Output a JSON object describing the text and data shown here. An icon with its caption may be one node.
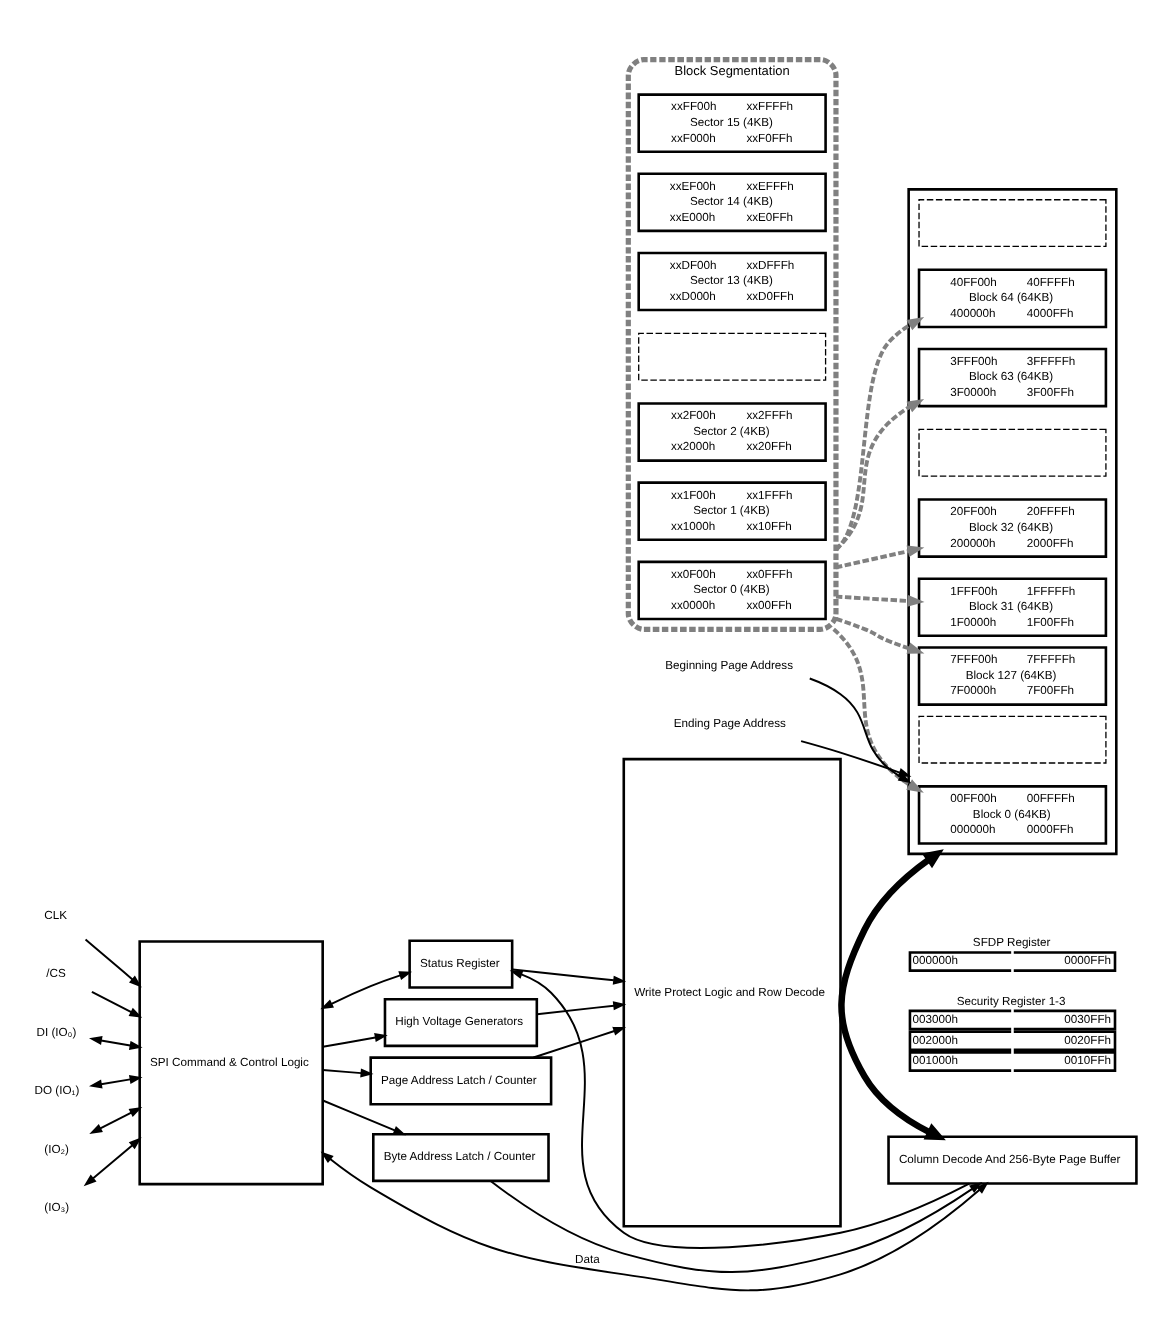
{
  "diagram": {
    "nodes": [
      {
        "text": [
          "SFDP Register",
          "000000h",
          "0000FFh"
        ]
      },
      {
        "text": [
          "Security Register 1-3",
          "003000h",
          "0030FFh",
          "002000h",
          "0020FFh",
          "001000h",
          "0010FFh"
        ]
      },
      {
        "text": [
          "Block Segmentation"
        ]
      },
      {
        "text": [
          "xxFF00h",
          "xxFFFFh",
          "Sector 15 (4KB)",
          "xxF000h",
          "xxF0FFh"
        ],
        "in": 2
      },
      {
        "text": [
          "xxEF00h",
          "xxEFFFh",
          "Sector 14 (4KB)",
          "xxE000h",
          "xxE0FFh"
        ],
        "in": 2
      },
      {
        "text": [
          "xxDF00h",
          "xxDFFFh",
          "Sector 13 (4KB)",
          "xxD000h",
          "xxD0FFh"
        ],
        "in": 2
      },
      {
        "text": [],
        "shape": "box",
        "in": 2
      },
      {
        "text": [
          "xx2F00h",
          "xx2FFFh",
          "Sector 2 (4KB)",
          "xx2000h",
          "xx20FFh"
        ],
        "in": 2
      },
      {
        "text": [
          "xx1F00h",
          "xx1FFFh",
          "Sector 1 (4KB)",
          "xx1000h",
          "xx10FFh"
        ],
        "in": 2
      },
      {
        "text": [
          "xx0F00h",
          "xx0FFFh",
          "Sector 0 (4KB)",
          "xx0000h",
          "xx00FFh"
        ],
        "in": 2
      },
      {
        "text": [
          "Write Protect Logic and Row Decode"
        ]
      },
      {
        "text": [],
        "shape": "box"
      },
      {
        "text": [
          "7FFF00h",
          "7FFFFFh",
          "Block 127 (64KB)",
          "7F0000h",
          "7F00FFh"
        ],
        "in": 11
      },
      {
        "text": [],
        "shape": "box",
        "in": 11
      },
      {
        "text": [
          "40FF00h",
          "40FFFFh",
          "Block 64 (64KB)",
          "400000h",
          "4000FFh"
        ],
        "in": 11
      },
      {
        "text": [
          "3FFF00h",
          "3FFFFFh",
          "Block 63 (64KB)",
          "3F0000h",
          "3F00FFh"
        ],
        "in": 11
      },
      {
        "text": [],
        "shape": "box",
        "in": 11
      },
      {
        "text": [
          "20FF00h",
          "20FFFFh",
          "Block 32 (64KB)",
          "200000h",
          "2000FFh"
        ],
        "in": 11
      },
      {
        "text": [
          "1FFF00h",
          "1FFFFFh",
          "Block 31 (64KB)",
          "1F0000h",
          "1F00FFh"
        ],
        "in": 11
      },
      {
        "text": [],
        "shape": "box",
        "in": 11
      },
      {
        "text": [
          "00FF00h",
          "00FFFFh",
          "Block 0 (64KB)",
          "000000h",
          "0000FFh"
        ],
        "in": 11
      },
      {
        "text": [
          "Status Register"
        ]
      },
      {
        "text": [
          "High Voltage Generators"
        ]
      },
      {
        "text": [
          "CLK"
        ]
      },
      {
        "text": [
          "/CS"
        ]
      },
      {
        "text": [
          "DI (IO₀)"
        ]
      },
      {
        "text": [
          "DO (IO₁)"
        ]
      },
      {
        "text": [
          "(IO₂)"
        ]
      },
      {
        "text": [
          "(IO₃)"
        ]
      },
      {
        "text": [
          "SPI Command & Control Logic"
        ]
      },
      {
        "text": [
          "Page Address Latch / Counter"
        ]
      },
      {
        "text": [
          "Beginning Page Address"
        ]
      },
      {
        "text": [
          "Ending Page Address"
        ]
      },
      {
        "text": [
          "Column Decode And 256-Byte Page Buffer"
        ]
      },
      {
        "text": [
          "Byte Address Latch / Counter"
        ]
      }
    ],
    "edges": [
      {
        "from": 2,
        "to": 12,
        "arrow": "to",
        "style": "dashed",
        "color": "#808080"
      },
      {
        "from": 2,
        "to": 14,
        "arrow": "to",
        "style": "dashed",
        "color": "#808080"
      },
      {
        "from": 2,
        "to": 15,
        "arrow": "to",
        "style": "dashed",
        "color": "#808080"
      },
      {
        "from": 2,
        "to": 17,
        "arrow": "to",
        "style": "dashed",
        "color": "#808080"
      },
      {
        "from": 2,
        "to": 18,
        "arrow": "to",
        "style": "dashed",
        "color": "#808080"
      },
      {
        "from": 2,
        "to": 20,
        "arrow": "to",
        "style": "dashed",
        "color": "#808080"
      },
      {
        "from": 21,
        "to": 10,
        "arrow": "to"
      },
      {
        "from": 29,
        "to": 22,
        "arrow": "to"
      },
      {
        "from": 22,
        "to": 10,
        "arrow": "to"
      },
      {
        "from": 29,
        "to": 30,
        "arrow": "to"
      },
      {
        "from": 30,
        "to": 10,
        "arrow": "to"
      },
      {
        "from": 33,
        "to": 21,
        "arrow": "to"
      },
      {
        "from": 21,
        "to": 29,
        "arrow": "both"
      },
      {
        "from": 23,
        "to": 29,
        "arrow": "to"
      },
      {
        "from": 24,
        "to": 29,
        "arrow": "to"
      },
      {
        "from": 25,
        "to": 29,
        "arrow": "both"
      },
      {
        "from": 26,
        "to": 29,
        "arrow": "both"
      },
      {
        "from": 27,
        "to": 29,
        "arrow": "both"
      },
      {
        "from": 28,
        "to": 29,
        "arrow": "both"
      },
      {
        "from": 33,
        "to": 29,
        "arrow": "both",
        "label": "Data"
      },
      {
        "from": 29,
        "to": 34,
        "arrow": "to"
      },
      {
        "from": 34,
        "to": 33,
        "arrow": "to"
      },
      {
        "from": 11,
        "to": 33,
        "arrow": "both",
        "style": "thick"
      },
      {
        "from": 31,
        "to": 11,
        "arrow": "to"
      },
      {
        "from": 32,
        "to": 11,
        "arrow": "to"
      }
    ]
  }
}
